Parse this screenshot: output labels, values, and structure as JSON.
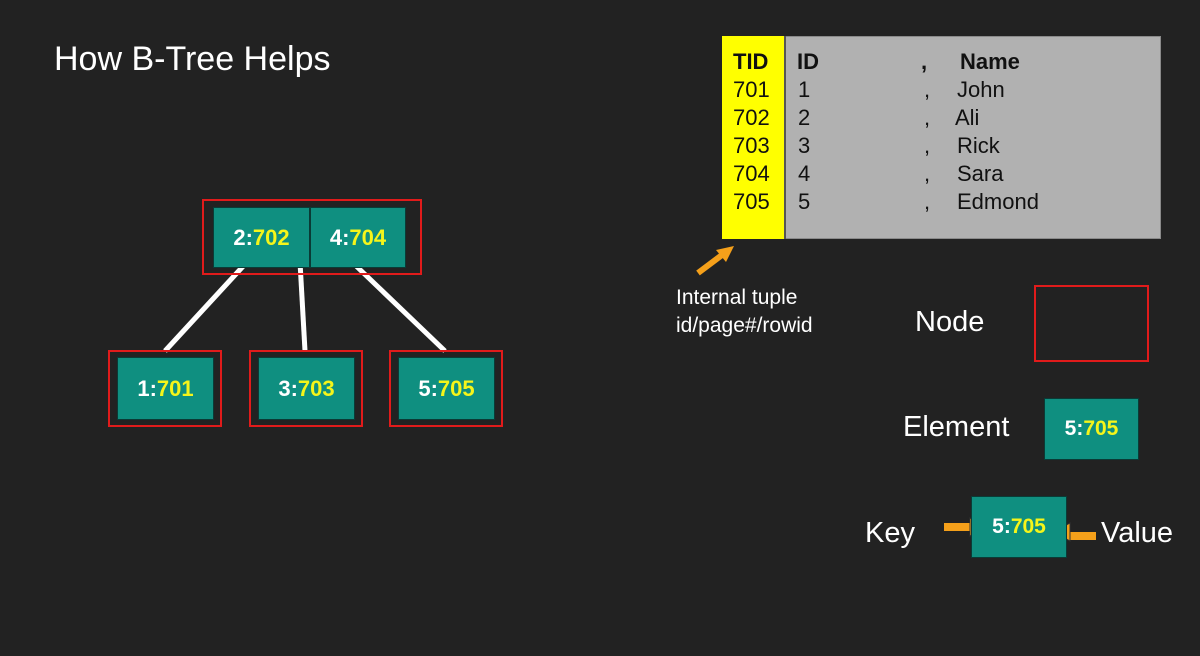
{
  "title": "How B-Tree Helps",
  "tree": {
    "root": [
      {
        "key": "2",
        "value": "702"
      },
      {
        "key": "4",
        "value": "704"
      }
    ],
    "leaves": [
      {
        "key": "1",
        "value": "701"
      },
      {
        "key": "3",
        "value": "703"
      },
      {
        "key": "5",
        "value": "705"
      }
    ]
  },
  "table": {
    "headers": {
      "tid": "TID",
      "id": "ID",
      "sep": ",",
      "name": "Name"
    },
    "rows": [
      {
        "tid": "701",
        "id": "1",
        "sep": ",",
        "name": "John"
      },
      {
        "tid": "702",
        "id": "2",
        "sep": ",",
        "name": "Ali"
      },
      {
        "tid": "703",
        "id": "3",
        "sep": ",",
        "name": "Rick"
      },
      {
        "tid": "704",
        "id": "4",
        "sep": ",",
        "name": "Sara"
      },
      {
        "tid": "705",
        "id": "5",
        "sep": ",",
        "name": "Edmond"
      }
    ]
  },
  "annotation": {
    "line1": "Internal tuple",
    "line2": "id/page#/rowid"
  },
  "legend": {
    "node_label": "Node",
    "element_label": "Element",
    "element_sample": {
      "key": "5",
      "value": "705"
    },
    "key_label": "Key",
    "value_label": "Value",
    "kv_sample": {
      "key": "5",
      "value": "705"
    }
  },
  "colors": {
    "background": "#222222",
    "node_border": "#e11b1b",
    "element_fill": "#0f8f80",
    "key_text": "#ffffff",
    "value_text": "#f5f51a",
    "tid_column": "#ffff00",
    "table_fill": "#b1b1b1",
    "arrow": "#f5a01a"
  }
}
